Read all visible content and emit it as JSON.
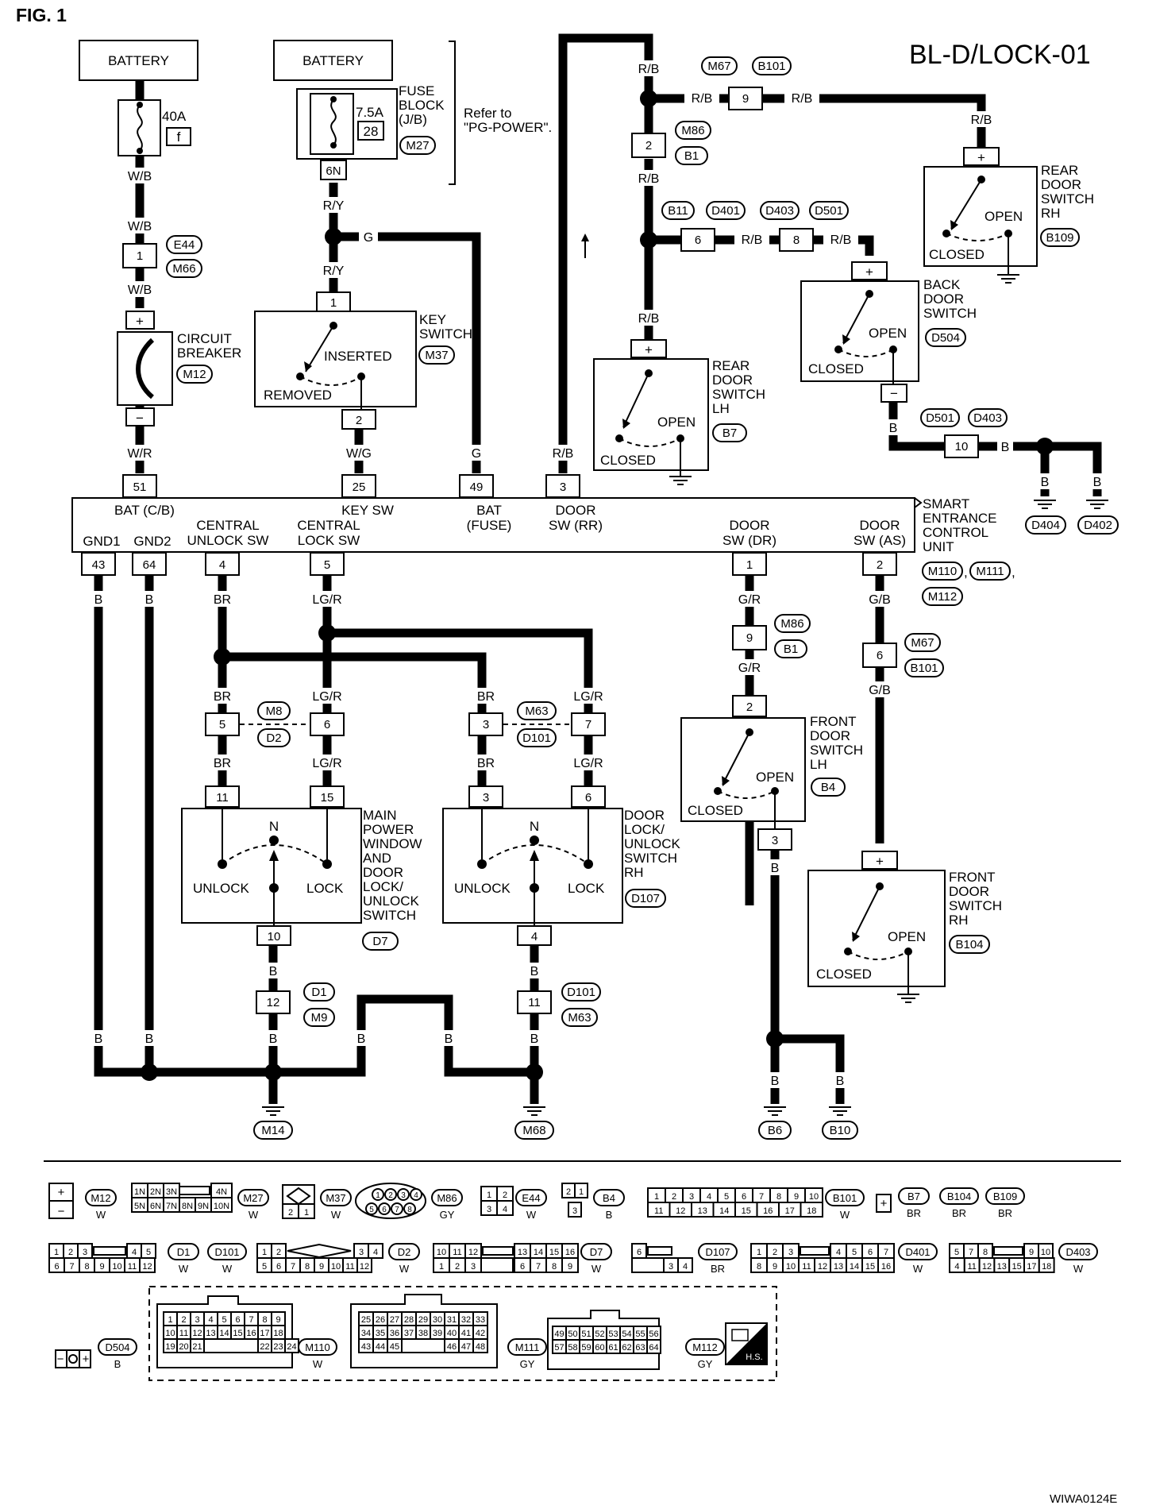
{
  "fig_label": "FIG. 1",
  "diagram_title": "BL-D/LOCK-01",
  "footer_code": "WIWA0124E",
  "batteries": [
    "BATTERY",
    "BATTERY"
  ],
  "fuse_40a": {
    "rating": "40A",
    "letter": "f"
  },
  "fuse_block": {
    "rating": "7.5A",
    "number": "28",
    "label_lines": [
      "FUSE",
      "BLOCK",
      "(J/B)"
    ],
    "connector": "M27",
    "pin": "6N"
  },
  "refer_note": [
    "Refer to",
    "\"PG-POWER\"."
  ],
  "circuit_breaker": {
    "label_lines": [
      "CIRCUIT",
      "BREAKER"
    ],
    "connector": "M12",
    "plus": "+",
    "minus": "−"
  },
  "key_switch": {
    "label_lines": [
      "KEY",
      "SWITCH"
    ],
    "connector": "M37",
    "pin_top": "1",
    "pin_bottom": "2",
    "state_on": "INSERTED",
    "state_off": "REMOVED"
  },
  "joint_e44": {
    "pin": "1",
    "connectors": [
      "E44",
      "M66"
    ]
  },
  "control_unit": {
    "label_lines": [
      "SMART",
      "ENTRANCE",
      "CONTROL",
      "UNIT"
    ],
    "connectors": [
      "M110",
      "M111",
      "M112"
    ],
    "top_pins": [
      {
        "pin": "51",
        "label": [
          "BAT (C/B)"
        ]
      },
      {
        "pin": "25",
        "label": [
          "KEY SW"
        ]
      },
      {
        "pin": "49",
        "label": [
          "BAT",
          "(FUSE)"
        ]
      },
      {
        "pin": "3",
        "label": [
          "DOOR",
          "SW (RR)"
        ]
      }
    ],
    "bottom_pins": [
      {
        "pin": "43",
        "label": [
          "GND1"
        ]
      },
      {
        "pin": "64",
        "label": [
          "GND2"
        ]
      },
      {
        "pin": "4",
        "label": [
          "CENTRAL",
          "UNLOCK SW"
        ]
      },
      {
        "pin": "5",
        "label": [
          "CENTRAL",
          "LOCK SW"
        ]
      },
      {
        "pin": "1",
        "label": [
          "DOOR",
          "SW (DR)"
        ]
      },
      {
        "pin": "2",
        "label": [
          "DOOR",
          "SW (AS)"
        ]
      }
    ]
  },
  "wire_colors": {
    "wb": "W/B",
    "ry": "R/Y",
    "g": "G",
    "wr": "W/R",
    "wg": "W/G",
    "rb": "R/B",
    "b": "B",
    "br": "BR",
    "lgr": "LG/R",
    "gr": "G/R",
    "gb": "G/B"
  },
  "rear_door_switch_rh": {
    "label_lines": [
      "REAR",
      "DOOR",
      "SWITCH",
      "RH"
    ],
    "connector": "B109",
    "open": "OPEN",
    "closed": "CLOSED"
  },
  "rear_door_switch_lh": {
    "label_lines": [
      "REAR",
      "DOOR",
      "SWITCH",
      "LH"
    ],
    "connector": "B7",
    "open": "OPEN",
    "closed": "CLOSED"
  },
  "back_door_switch": {
    "label_lines": [
      "BACK",
      "DOOR",
      "SWITCH"
    ],
    "connector": "D504",
    "open": "OPEN",
    "closed": "CLOSED"
  },
  "front_door_switch_lh": {
    "label_lines": [
      "FRONT",
      "DOOR",
      "SWITCH",
      "LH"
    ],
    "connector": "B4",
    "pin_top": "2",
    "pin_bottom": "3",
    "open": "OPEN",
    "closed": "CLOSED"
  },
  "front_door_switch_rh": {
    "label_lines": [
      "FRONT",
      "DOOR",
      "SWITCH",
      "RH"
    ],
    "connector": "B104",
    "open": "OPEN",
    "closed": "CLOSED"
  },
  "main_power_window_switch": {
    "label_lines": [
      "MAIN",
      "POWER",
      "WINDOW",
      "AND",
      "DOOR",
      "LOCK/",
      "UNLOCK",
      "SWITCH"
    ],
    "connector": "D7",
    "pins": [
      "11",
      "15",
      "10"
    ],
    "n": "N",
    "unlock": "UNLOCK",
    "lock": "LOCK"
  },
  "door_lock_switch_rh": {
    "label_lines": [
      "DOOR",
      "LOCK/",
      "UNLOCK",
      "SWITCH",
      "RH"
    ],
    "connector": "D107",
    "pins": [
      "3",
      "6",
      "4"
    ],
    "n": "N",
    "unlock": "UNLOCK",
    "lock": "LOCK"
  },
  "joints": {
    "m67_b101_top": {
      "pin": "9",
      "connectors": [
        "M67",
        "B101"
      ]
    },
    "m86_b1_top": {
      "pin": "2",
      "connectors": [
        "M86",
        "B1"
      ]
    },
    "b11_row": {
      "connectors": [
        "B11",
        "D401",
        "D403",
        "D501"
      ],
      "pin_a": "6",
      "pin_b": "8"
    },
    "d501_d403": {
      "pin": "10",
      "connectors": [
        "D501",
        "D403"
      ]
    },
    "m8_d2": {
      "pins": [
        "5",
        "6"
      ],
      "connectors": [
        "M8",
        "D2"
      ]
    },
    "m63_d101": {
      "pins": [
        "3",
        "7"
      ],
      "connectors": [
        "M63",
        "D101"
      ]
    },
    "m86_b1_mid": {
      "pin": "9",
      "connectors": [
        "M86",
        "B1"
      ]
    },
    "m67_b101_mid": {
      "pin": "6",
      "connectors": [
        "M67",
        "B101"
      ]
    },
    "d1_m9": {
      "pin": "12",
      "connectors": [
        "D1",
        "M9"
      ]
    },
    "d101_m63": {
      "pin": "11",
      "connectors": [
        "D101",
        "M63"
      ]
    }
  },
  "grounds": [
    "D404",
    "D402",
    "M14",
    "M68",
    "B6",
    "B10"
  ],
  "legend": {
    "row1": [
      {
        "id": "M12",
        "color": "W"
      },
      {
        "id": "M27",
        "color": "W"
      },
      {
        "id": "M37",
        "color": "W"
      },
      {
        "id": "M86",
        "color": "GY"
      },
      {
        "id": "E44",
        "color": "W"
      },
      {
        "id": "B4",
        "color": "B"
      },
      {
        "id": "B101",
        "color": "W"
      },
      {
        "id": "B7",
        "color": "BR"
      },
      {
        "id": "B104",
        "color": "BR"
      },
      {
        "id": "B109",
        "color": "BR"
      }
    ],
    "row2": [
      {
        "id": "D1",
        "color": "W"
      },
      {
        "id": "D101",
        "color": "W"
      },
      {
        "id": "D2",
        "color": "W"
      },
      {
        "id": "D7",
        "color": "W"
      },
      {
        "id": "D107",
        "color": "BR"
      },
      {
        "id": "D401",
        "color": "W"
      },
      {
        "id": "D403",
        "color": "W"
      }
    ],
    "row3": [
      {
        "id": "D504",
        "color": "B"
      },
      {
        "id": "M110",
        "color": "W"
      },
      {
        "id": "M111",
        "color": "GY"
      },
      {
        "id": "M112",
        "color": "GY"
      }
    ],
    "hs": "H.S.",
    "fuse_block_cells": [
      "1N",
      "2N",
      "3N",
      "4N",
      "5N",
      "6N",
      "7N",
      "8N",
      "9N",
      "10N"
    ],
    "m37_cells": [
      "2",
      "1"
    ],
    "m86_cells": [
      "1",
      "2",
      "3",
      "4",
      "5",
      "6",
      "7",
      "8"
    ],
    "e44_cells": [
      "1",
      "2",
      "3",
      "4"
    ],
    "b4_cells": [
      "2",
      "1",
      "3"
    ],
    "b101_cells": [
      "1",
      "2",
      "3",
      "4",
      "5",
      "6",
      "7",
      "8",
      "9",
      "10",
      "11",
      "12",
      "13",
      "14",
      "15",
      "16",
      "17",
      "18"
    ],
    "d1_cells": [
      "1",
      "2",
      "3",
      "4",
      "5",
      "6",
      "7",
      "8",
      "9",
      "10",
      "11",
      "12"
    ],
    "d2_cells": [
      "1",
      "2",
      "3",
      "4",
      "5",
      "6",
      "7",
      "8",
      "9",
      "10",
      "11",
      "12"
    ],
    "d7_cells": [
      "10",
      "11",
      "12",
      "13",
      "14",
      "15",
      "16",
      "1",
      "2",
      "3",
      "6",
      "7",
      "8",
      "9"
    ],
    "d107_cells": [
      "6",
      "3",
      "4"
    ],
    "d401_cells": [
      "1",
      "2",
      "3",
      "4",
      "5",
      "6",
      "7",
      "8",
      "9",
      "10",
      "11",
      "12",
      "13",
      "14",
      "15",
      "16"
    ],
    "d403_cells": [
      "5",
      "7",
      "8",
      "9",
      "10",
      "4",
      "11",
      "12",
      "13",
      "15",
      "17",
      "18"
    ],
    "m110_cells": [
      "1",
      "2",
      "3",
      "4",
      "5",
      "6",
      "7",
      "8",
      "9",
      "10",
      "11",
      "12",
      "13",
      "14",
      "15",
      "16",
      "17",
      "18",
      "19",
      "20",
      "21",
      "22",
      "23",
      "24"
    ],
    "m111_cells": [
      "25",
      "26",
      "27",
      "28",
      "29",
      "30",
      "31",
      "32",
      "33",
      "34",
      "35",
      "36",
      "37",
      "38",
      "39",
      "40",
      "41",
      "42",
      "43",
      "44",
      "45",
      "46",
      "47",
      "48"
    ],
    "m112_cells": [
      "49",
      "50",
      "51",
      "52",
      "53",
      "54",
      "55",
      "56",
      "57",
      "58",
      "59",
      "60",
      "61",
      "62",
      "63",
      "64"
    ]
  }
}
